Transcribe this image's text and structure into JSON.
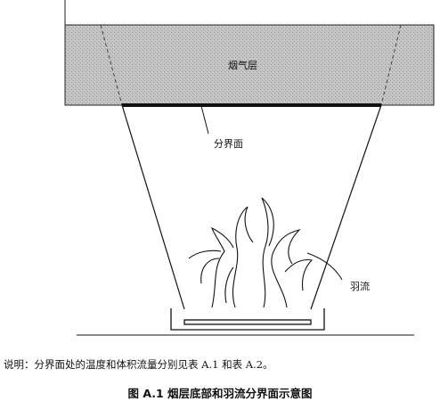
{
  "diagram": {
    "smoke_layer_label": "烟气层",
    "interface_label": "分界面",
    "plume_label": "羽流"
  },
  "note": "说明：分界面处的温度和体积流量分别见表 A.1 和表 A.2。",
  "caption": "图 A.1   烟层底部和羽流分界面示意图"
}
